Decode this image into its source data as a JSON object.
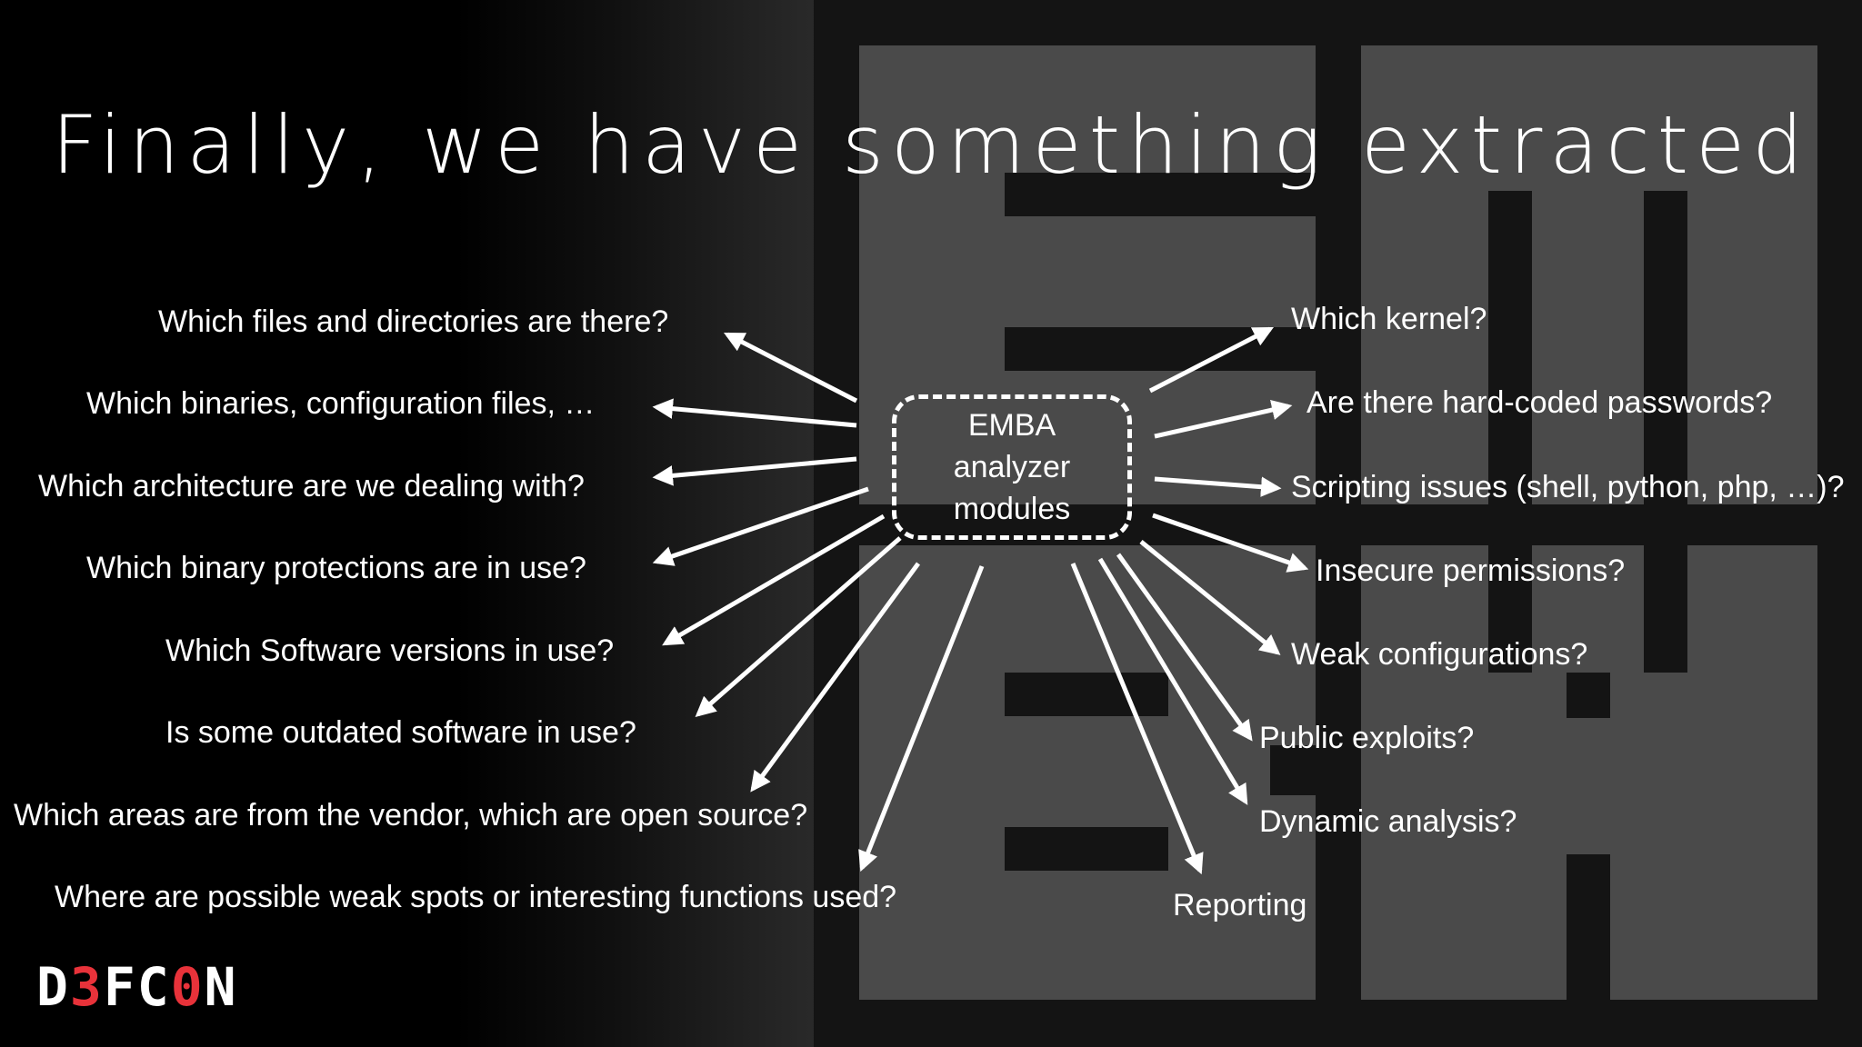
{
  "title": "Finally, we have something extracted",
  "center": {
    "label": "EMBA\nanalyzer\nmodules"
  },
  "left_items": [
    "Which files and directories are there?",
    "Which binaries, configuration files, …",
    "Which architecture are we dealing with?",
    "Which binary protections are in use?",
    "Which Software versions in use?",
    "Is some outdated software in use?",
    "Which areas are from the vendor, which are open source?",
    "Where are possible weak spots or interesting functions used?"
  ],
  "right_items": [
    "Which kernel?",
    "Are there hard-coded passwords?",
    "Scripting issues (shell, python, php, …)?",
    "Insecure permissions?",
    "Weak configurations?",
    "Public exploits?",
    "Dynamic analysis?",
    "Reporting"
  ],
  "logo": {
    "part1": "D",
    "part2": "3",
    "part3": "FC",
    "part4": "0",
    "part5": "N"
  },
  "colors": {
    "background": "#000000",
    "text": "#ffffff",
    "logo_accent": "#e8323a",
    "bg_shape": "#4a4a4a"
  }
}
